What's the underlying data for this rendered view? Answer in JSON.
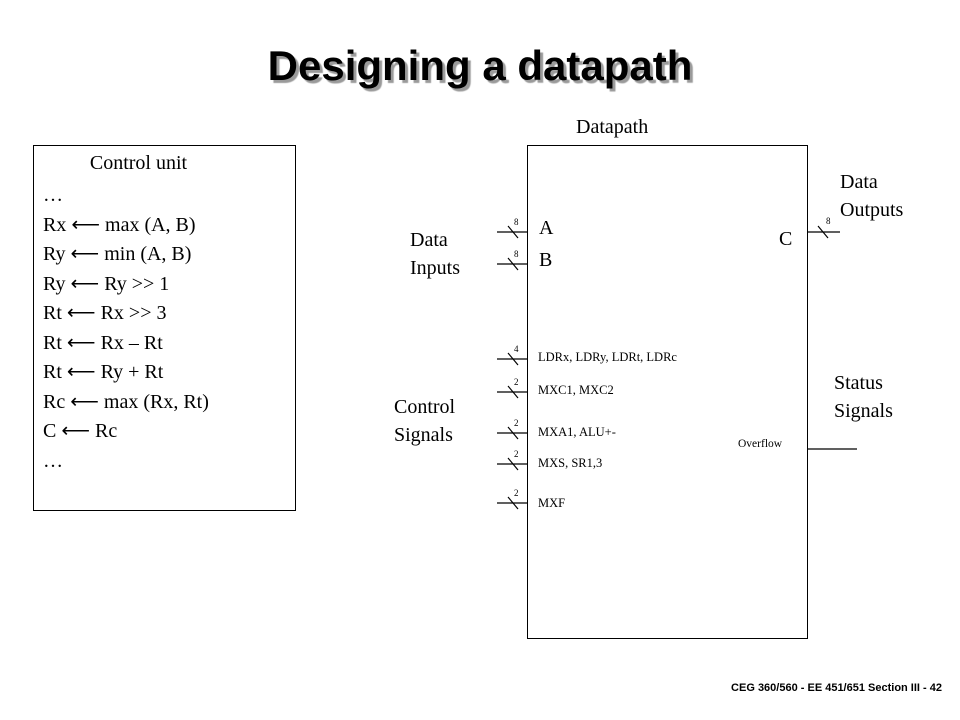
{
  "title": "Designing a datapath",
  "control_unit": {
    "title": "Control unit",
    "lines": [
      "…",
      "Rx ⟵ max (A, B)",
      "Ry ⟵ min (A, B)",
      "Ry ⟵ Ry >> 1",
      "Rt ⟵ Rx >> 3",
      "Rt ⟵ Rx – Rt",
      "Rt ⟵ Ry + Rt",
      "Rc ⟵  max (Rx, Rt)",
      "C ⟵  Rc",
      "…"
    ]
  },
  "datapath": {
    "title": "Datapath",
    "inputs_label": [
      "Data",
      "Inputs"
    ],
    "control_label": [
      "Control",
      "Signals"
    ],
    "outputs_label": [
      "Data",
      "Outputs"
    ],
    "status_label": [
      "Status",
      "Signals"
    ],
    "reg_a": "A",
    "reg_b": "B",
    "reg_c": "C",
    "overflow": "Overflow",
    "inputs": [
      {
        "width": "8"
      },
      {
        "width": "8"
      }
    ],
    "output": {
      "width": "8"
    },
    "controls": [
      {
        "name": "LDRx, LDRy, LDRt, LDRc",
        "width": "4"
      },
      {
        "name": "MXC1, MXC2",
        "width": "2"
      },
      {
        "name": "MXA1, ALU+-",
        "width": "2"
      },
      {
        "name": "MXS, SR1,3",
        "width": "2"
      },
      {
        "name": "MXF",
        "width": "2"
      }
    ]
  },
  "footer": "CEG 360/560  - EE 451/651  Section III - 42"
}
